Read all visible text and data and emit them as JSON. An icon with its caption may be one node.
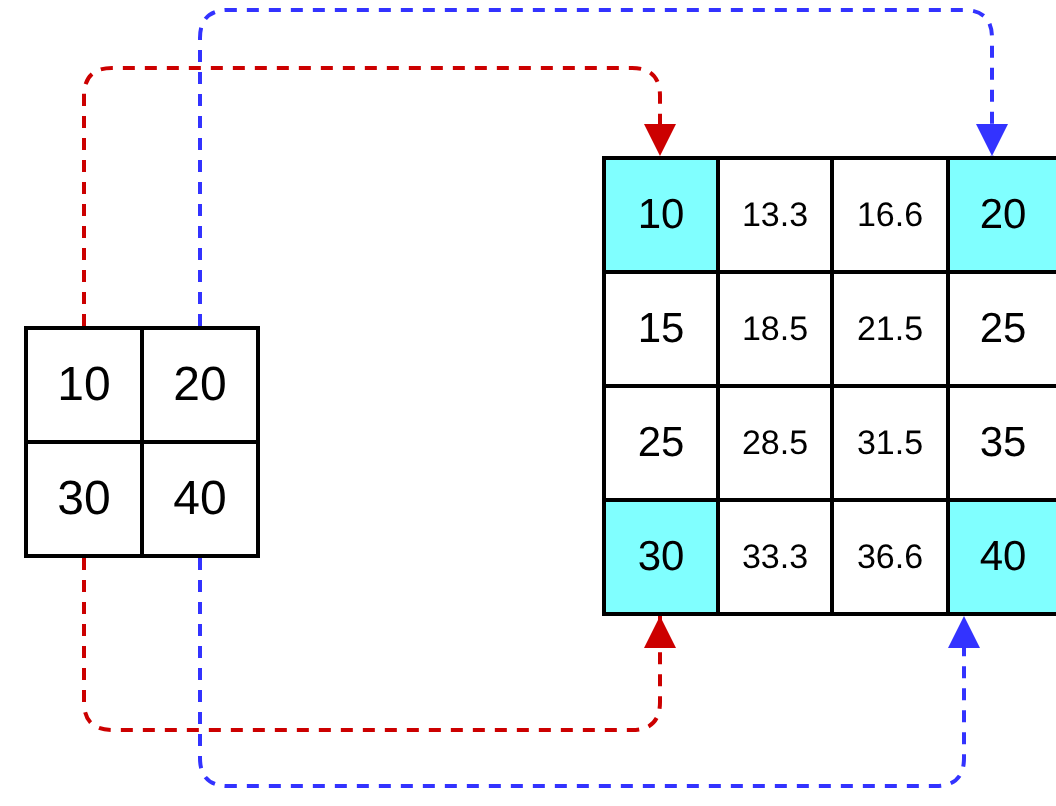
{
  "diagram": {
    "nodes": [
      {
        "text": [
          "10"
        ]
      },
      {
        "text": [
          "20"
        ]
      },
      {
        "text": [
          "30"
        ]
      },
      {
        "text": [
          "40"
        ]
      },
      {
        "text": [
          "10"
        ]
      },
      {
        "text": [
          "13.3"
        ]
      },
      {
        "text": [
          "16.6"
        ]
      },
      {
        "text": [
          "20"
        ]
      },
      {
        "text": [
          "15"
        ]
      },
      {
        "text": [
          "18.5"
        ]
      },
      {
        "text": [
          "21.5"
        ]
      },
      {
        "text": [
          "25"
        ]
      },
      {
        "text": [
          "25"
        ]
      },
      {
        "text": [
          "28.5"
        ]
      },
      {
        "text": [
          "31.5"
        ]
      },
      {
        "text": [
          "35"
        ]
      },
      {
        "text": [
          "30"
        ]
      },
      {
        "text": [
          "33.3"
        ]
      },
      {
        "text": [
          "36.6"
        ]
      },
      {
        "text": [
          "40"
        ]
      }
    ],
    "edges": [
      {
        "from": 0,
        "to": 4,
        "arrow": "to",
        "style": "dashed",
        "color": "#cc0000"
      },
      {
        "from": 1,
        "to": 7,
        "arrow": "to",
        "style": "dashed",
        "color": "#3333ff"
      },
      {
        "from": 2,
        "to": 16,
        "arrow": "to",
        "style": "dashed",
        "color": "#cc0000"
      },
      {
        "from": 3,
        "to": 19,
        "arrow": "to",
        "style": "dashed",
        "color": "#3333ff"
      }
    ]
  }
}
